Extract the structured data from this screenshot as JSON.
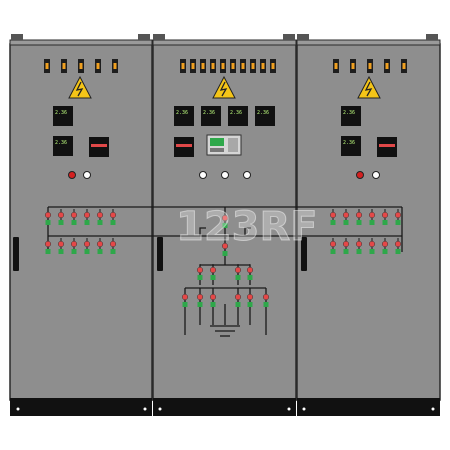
{
  "colors": {
    "background": "#ffffff",
    "cabinet": "#8e8e8e",
    "cabinet_outline": "#2a2a2a",
    "base": "#111111",
    "fuse_body": "#1e1e1e",
    "fuse_light": "#f0a020",
    "warning_yellow": "#f5c518",
    "meter_body": "#111111",
    "meter_text": "#b8f57a",
    "breaker_red": "#e44848",
    "breaker_green": "#2ea84a",
    "wire": "#1a1a1a"
  },
  "cabinets": {
    "left": {
      "meters": [
        "2.36",
        "2.36"
      ],
      "fuse_count": 5,
      "lamp_colors": [
        "#d42020",
        "#ffffff"
      ]
    },
    "center": {
      "meters": [
        "2.36",
        "2.36",
        "2.36",
        "2.36"
      ],
      "fuse_count": 10,
      "lamp_colors": [
        "#ffffff",
        "#ffffff",
        "#ffffff"
      ]
    },
    "right": {
      "meters": [
        "2.36",
        "2.36"
      ],
      "fuse_count": 5,
      "lamp_colors": [
        "#d42020",
        "#ffffff"
      ]
    }
  },
  "watermark": "123RF",
  "icons": {
    "warning": "high-voltage-warning-icon",
    "handle": "door-handle-icon",
    "ground": "ground-symbol-icon"
  }
}
